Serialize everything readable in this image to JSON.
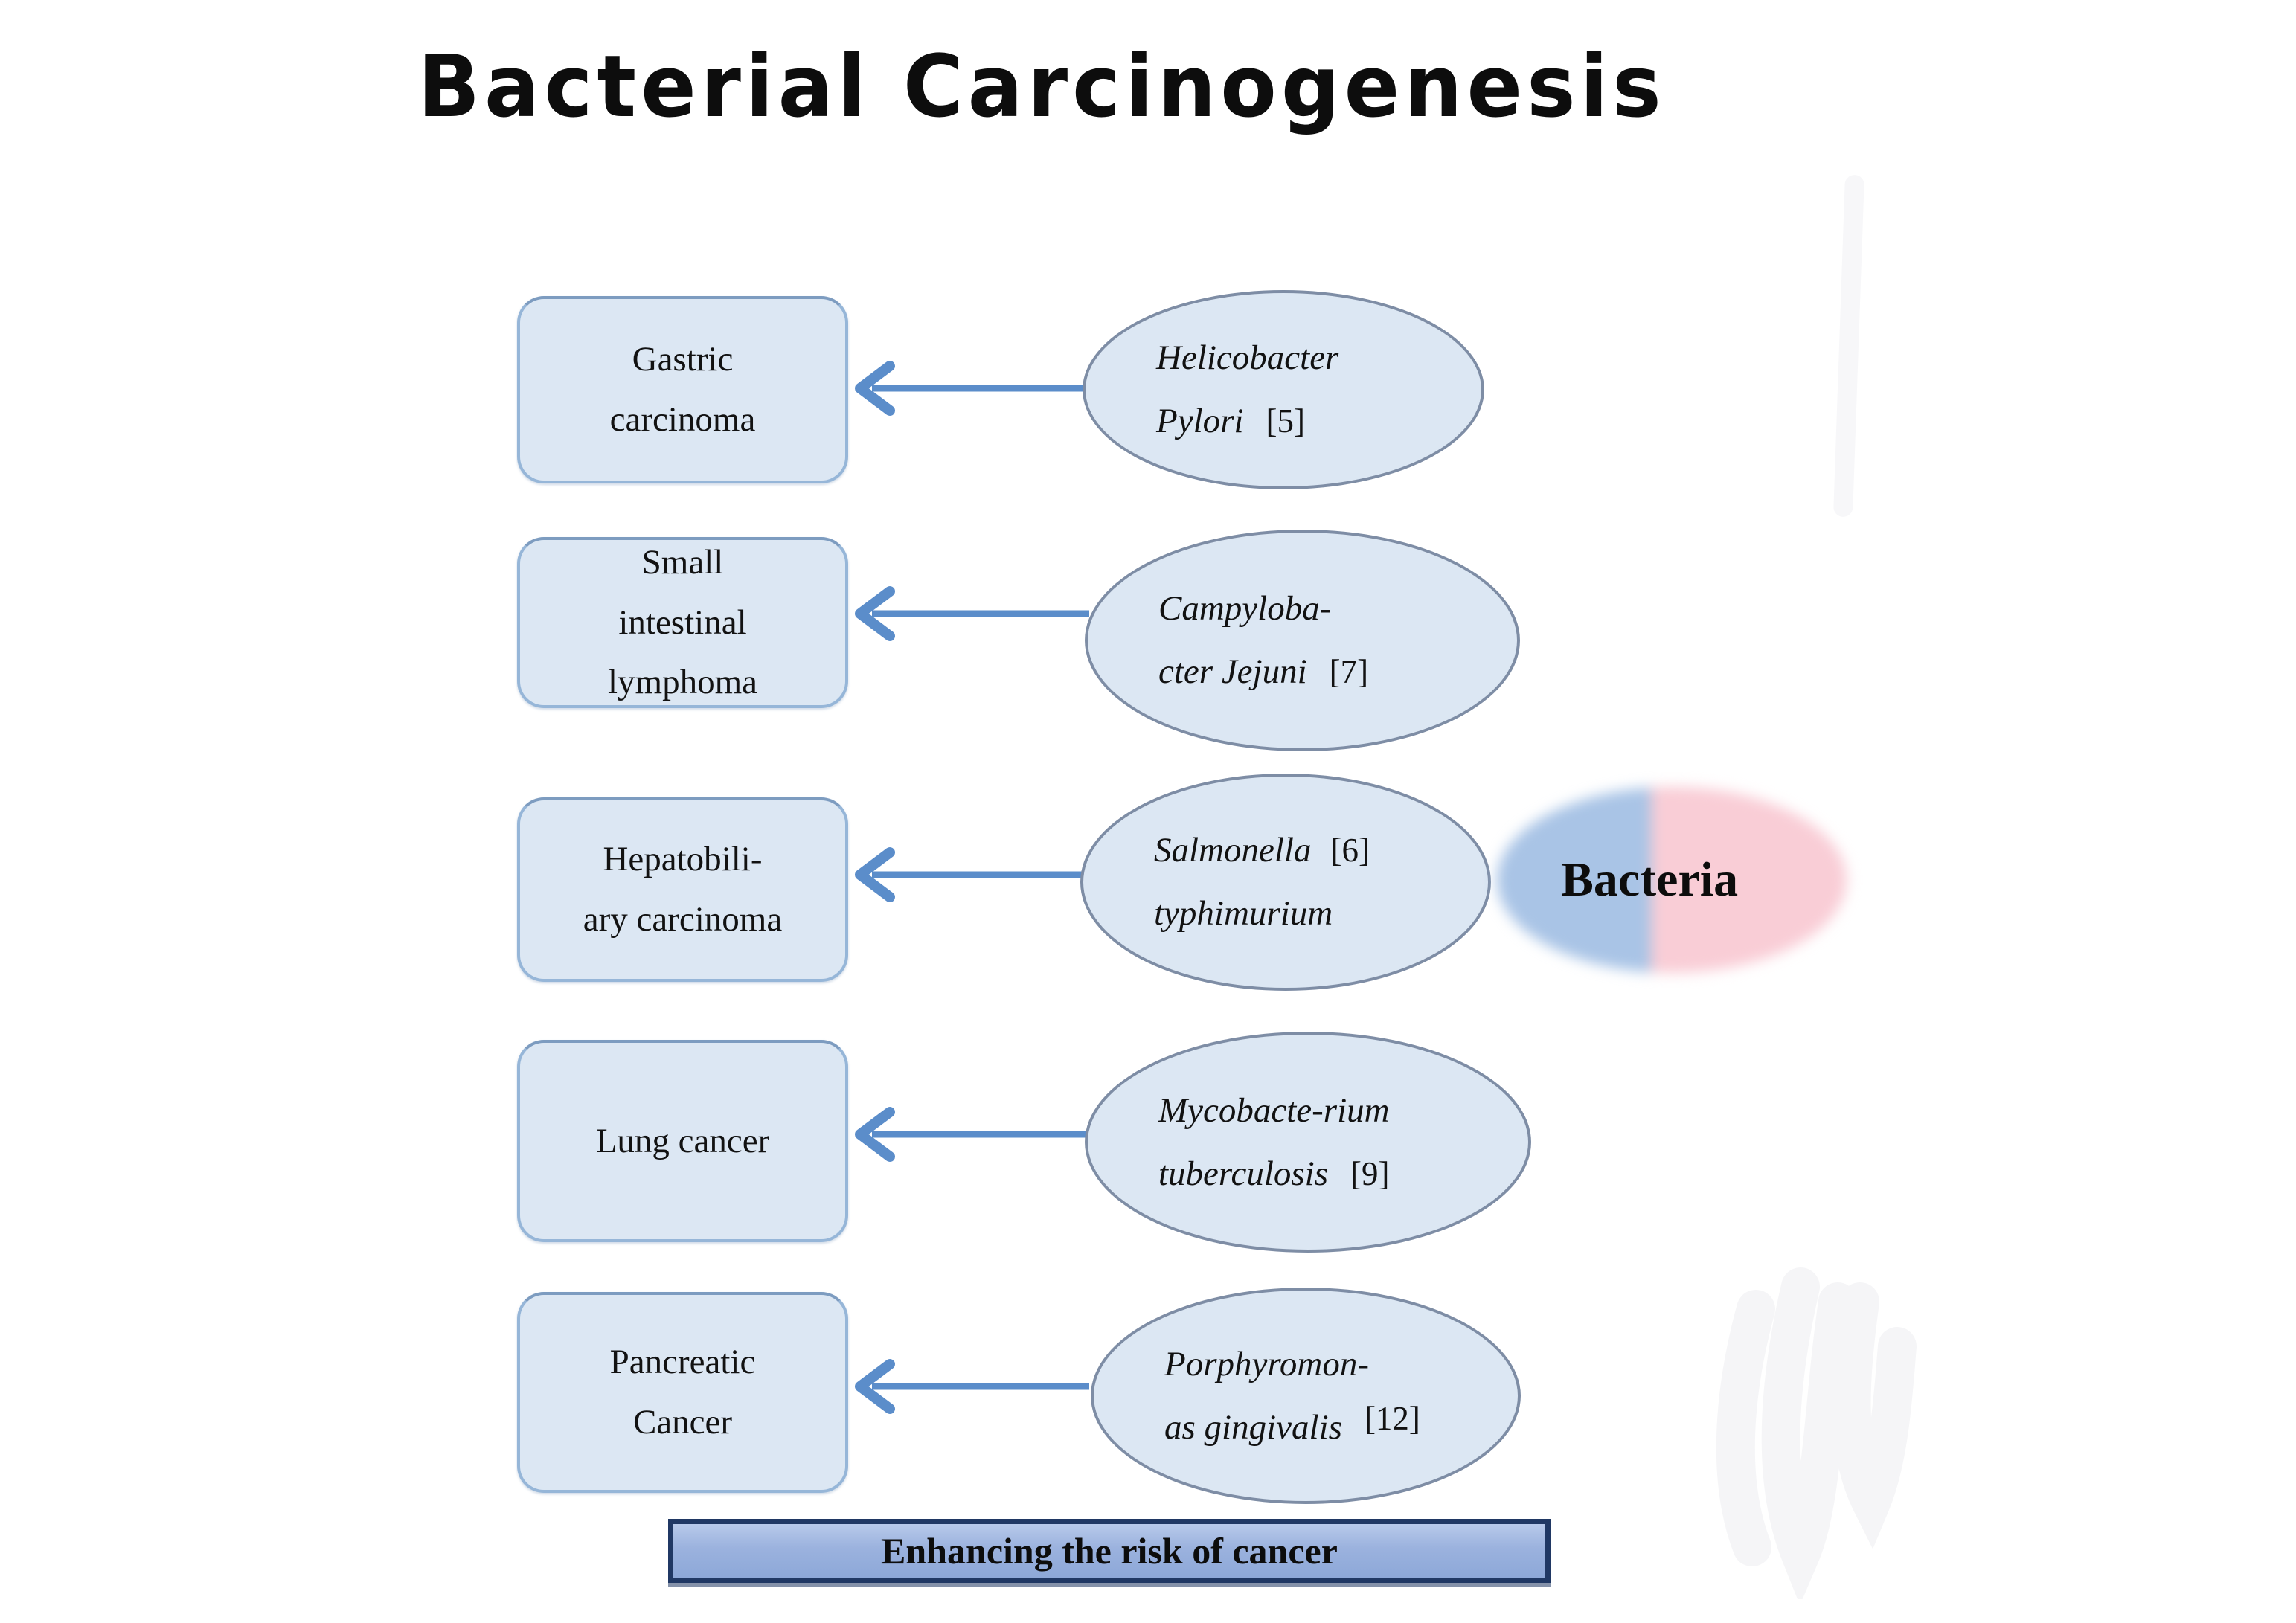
{
  "title": "Bacterial Carcinogenesis",
  "rows": [
    {
      "cancer": "Gastric\ncarcinoma",
      "bacteria_line1": "Helicobacter",
      "ref1": "",
      "bacteria_line2": "Pylori",
      "ref2": "[5]"
    },
    {
      "cancer": "Small\nintestinal\nlymphoma",
      "bacteria_line1": "Campyloba-",
      "ref1": "",
      "bacteria_line2": "cter Jejuni",
      "ref2": "[7]"
    },
    {
      "cancer": "Hepatobili-\nary carcinoma",
      "bacteria_line1": "Salmonella",
      "ref1": "[6]",
      "bacteria_line2": "typhimurium",
      "ref2": ""
    },
    {
      "cancer": "Lung cancer",
      "bacteria_line1": "Mycobacte-rium",
      "ref1": "",
      "bacteria_line2": "tuberculosis",
      "ref2": "[9]"
    },
    {
      "cancer": "Pancreatic\nCancer",
      "bacteria_line1": "Porphyromon-",
      "ref1": "",
      "bacteria_line2": "as gingivalis",
      "ref2": "[12]"
    }
  ],
  "bacteria_label": "Bacteria",
  "banner": "Enhancing the risk of cancer",
  "colors": {
    "shape_fill": "#dce7f3",
    "rect_border": "#96b6d8",
    "ellipse_border": "#7e8da5",
    "arrow": "#5b8dca",
    "banner_fill": "#9bb2de",
    "banner_border": "#203864",
    "capsule_blue": "#a9c4e6",
    "capsule_pink": "#f9cdd6"
  }
}
